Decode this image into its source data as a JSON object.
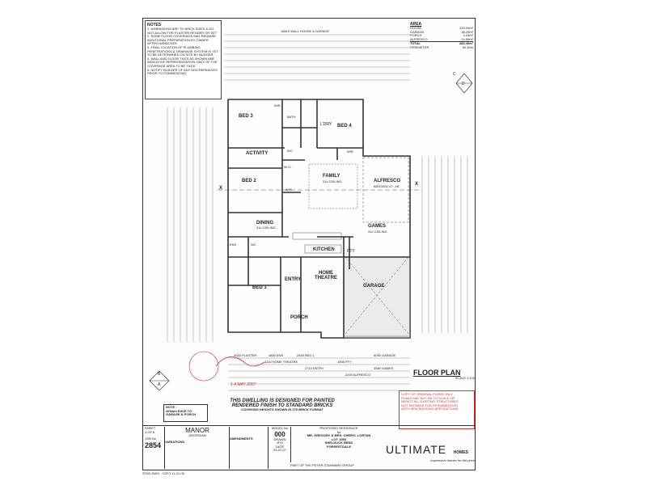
{
  "notes": {
    "heading": "NOTES",
    "items": [
      "1. DIMENSIONS ARE TO BRICK SIZES & DO NOT ALLOW FOR PLASTER RENDER OR SET",
      "2. SOME FLOOR COVERINGS MAY REQUIRE ADDITIONAL PREPARATION BY OWNER AFTER HANDOVER",
      "3. FINAL LOCATION OF PLUMBING PENETRATIONS & DRAINAGE SYSTEM IS YET TO BE DETERMINED ON SITE BY BUILDER",
      "4. WALL AND FLOOR TILES AS SHOWN ARE INDICATIVE REPRESENTATION ONLY OF THE COVERAGE AREA TO BE TILED",
      "5. NOTIFY BUILDER OF ANY DISCREPANCIES PRIOR TO COMMENCING"
    ]
  },
  "area": {
    "heading": "AREA",
    "rows": [
      {
        "label": "HOUSE",
        "value": "229.09m²"
      },
      {
        "label": "GARAGE",
        "value": "36.29m²"
      },
      {
        "label": "PORCH",
        "value": "3.44m²"
      },
      {
        "label": "ALFRESCO",
        "value": "14.59m²"
      },
      {
        "label": "TOTAL",
        "value": "283.40m²"
      },
      {
        "label": "PERIMETER",
        "value": "80.30m"
      }
    ]
  },
  "rooms": {
    "bed3": "BED 3",
    "bath": "BATH",
    "wir_top": "WIR",
    "ldry": "L'DRY",
    "bed4": "BED 4",
    "wir_bed4": "WIR",
    "wc": "WC",
    "activity": "ACTIVITY",
    "family": "FAMILY",
    "family_ceil": "31c CEILING",
    "alfresco": "ALFRESCO",
    "alfresco_sub": "BRICKED 47 - Ht.",
    "bed2": "BED 2",
    "wil": "W.I.L.",
    "wir_bed2": "WIR",
    "dining": "DINING",
    "dining_ceil": "31c CEILING",
    "kitchen": "KITCHEN",
    "games": "GAMES",
    "games_ceil": "31c CEILING",
    "ens": "ENS",
    "wc2": "WC",
    "pty": "PTY",
    "garage": "GARAGE",
    "entry": "ENTRY",
    "home_theatre": "HOME THEATRE",
    "bed1": "BED 1",
    "porch": "PORCH",
    "x_left": "X",
    "x_right": "X"
  },
  "markers": {
    "c": "C",
    "d": "D",
    "b": "B",
    "a": "A"
  },
  "header_dim": "18610 WALL HOUSE & GARAGE",
  "bottom_dims": [
    "3020 PLASTER",
    "1800 ENS",
    "2440 BED 1",
    "4110 HOME THEATRE",
    "2710 ENTRY",
    "1905 PTY",
    "6090 GARAGE",
    "3580 GAMES",
    "2200 ALFRESCO"
  ],
  "note_box": {
    "heading": "NOTE :",
    "line1": "200mm EAVE TO",
    "line2": "GARAGE & PORCH"
  },
  "paint": {
    "line1": "THIS DWELLING IS DESIGNED FOR PAINTED",
    "line2": "RENDERED FINISH TO STANDARD BRICKS",
    "line3": "COURSING HEIGHTS SHOWN IN 270 BRICK FORMAT"
  },
  "stamp": {
    "line1": "COPY OF ORIGINAL PLANS ONLY.",
    "line2": "PLANS MAY NOT BE TO SCALE OR",
    "line3": "DEPICT ALL EXISTING STRUCTURES",
    "line4": "NOT SUITABLE FOR RESUBMISSION",
    "line5": "WITH NEW BUILDING APPLICATIONS."
  },
  "floor_plan": {
    "title": "FLOOR PLAN",
    "scale": "SCALE 1:100"
  },
  "title_block": {
    "sheet_label": "SHEET",
    "sheet_value": "1 OF 6",
    "job_label": "JOB No",
    "job_value": "2854",
    "model_name": "MANOR",
    "model_style": "GEORGIAN",
    "variations": "VARIATIONS",
    "amendments": "AMENDMENTS",
    "model_no_label": "MODEL No",
    "model_no": "000",
    "drawn_label": "DRAWN",
    "drawn": "JPO",
    "date_label": "DATE",
    "date": "03-07-07",
    "proposed": "PROPOSED RESIDENCE",
    "for": "for",
    "client": "MR. GREGORY & MRS. CHERYL LORTAN",
    "lot": "LOT 1050",
    "street": "SHELDUCK BEND",
    "suburb": "FORRESTDALE",
    "footer": "PART OF THE PETER STANNARD GROUP",
    "std_rows": "STAD DWG : CDF3 11-01-05",
    "brand": "ULTIMATE",
    "brand_sub": "HOMES",
    "tagline": "Impressive homes for the price"
  },
  "handwritten": {
    "date_note": "1 4 MAY 2007"
  },
  "colors": {
    "ink": "#222222",
    "stamp": "#cc3333",
    "paper": "#fdfdfd",
    "hatch": "#c9c9c9"
  }
}
